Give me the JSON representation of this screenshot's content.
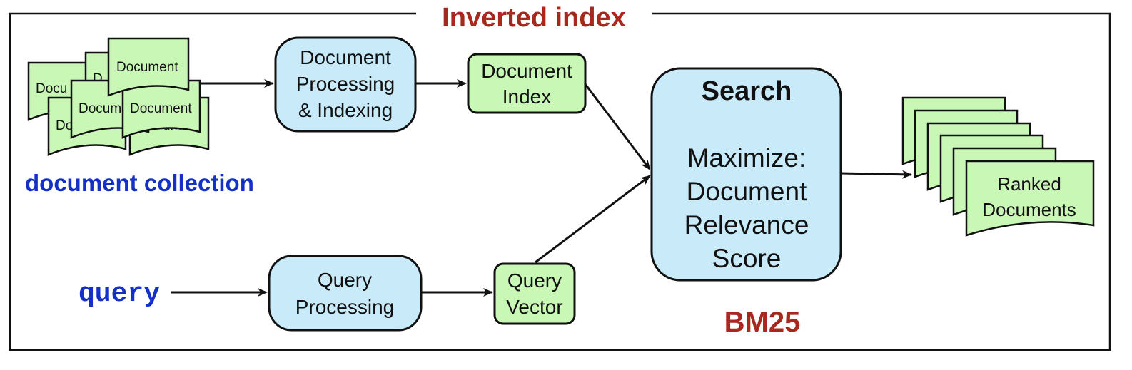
{
  "title": "Inverted index",
  "collection": {
    "doc_labels": [
      "Document",
      "Document",
      "Docum",
      "Docu",
      "Do",
      "D",
      "ument"
    ],
    "caption": "document collection"
  },
  "query_label": "query",
  "boxes": {
    "doc_processing": [
      "Document",
      "Processing",
      "& Indexing"
    ],
    "doc_index": [
      "Document",
      "Index"
    ],
    "query_processing": [
      "Query",
      "Processing"
    ],
    "query_vector": [
      "Query",
      "Vector"
    ]
  },
  "search": {
    "title": "Search",
    "body": [
      "Maximize:",
      "Document",
      "Relevance",
      "Score"
    ]
  },
  "scoring_label": "BM25",
  "ranked": [
    "Ranked",
    "Documents"
  ]
}
